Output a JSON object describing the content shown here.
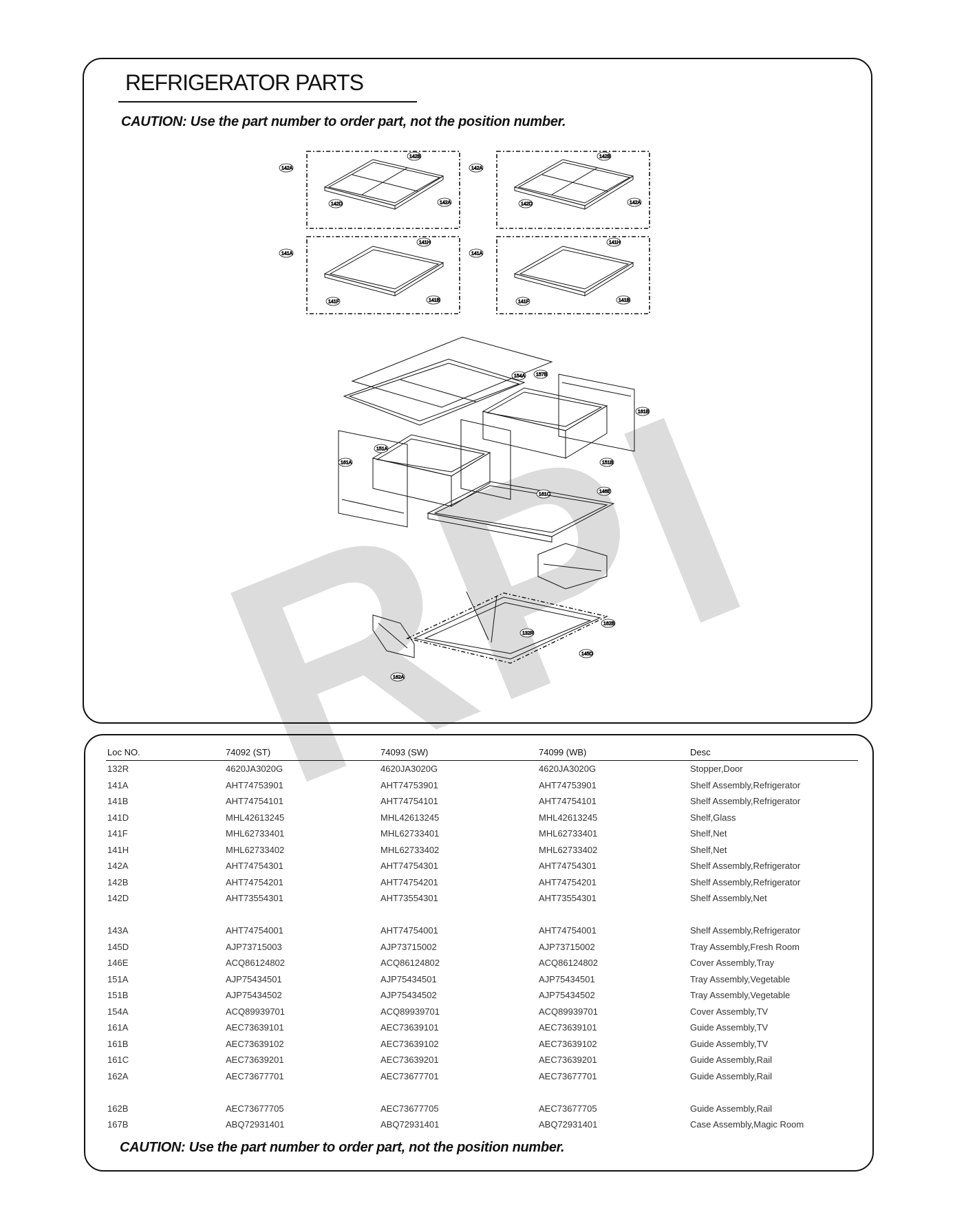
{
  "watermark": "RPI",
  "header": {
    "title": "REFRIGERATOR PARTS",
    "caution": "CAUTION: Use the part number to order part, not the position number."
  },
  "diagram": {
    "callouts": [
      "142A",
      "142B",
      "142D",
      "142A",
      "142A",
      "142B",
      "142D",
      "142A",
      "141A",
      "141H",
      "141F",
      "141B",
      "141A",
      "141H",
      "141F",
      "141B",
      "154A",
      "157B",
      "161B",
      "151A",
      "161A",
      "151B",
      "161C",
      "146E",
      "162B",
      "132R",
      "145D",
      "162A"
    ]
  },
  "table": {
    "headers": [
      "Loc NO.",
      "74092 (ST)",
      "74093 (SW)",
      "74099 (WB)",
      "Desc"
    ],
    "rows": [
      [
        "132R",
        "4620JA3020G",
        "4620JA3020G",
        "4620JA3020G",
        "Stopper,Door"
      ],
      [
        "141A",
        "AHT74753901",
        "AHT74753901",
        "AHT74753901",
        "Shelf Assembly,Refrigerator"
      ],
      [
        "141B",
        "AHT74754101",
        "AHT74754101",
        "AHT74754101",
        "Shelf Assembly,Refrigerator"
      ],
      [
        "141D",
        "MHL42613245",
        "MHL42613245",
        "MHL42613245",
        "Shelf,Glass"
      ],
      [
        "141F",
        "MHL62733401",
        "MHL62733401",
        "MHL62733401",
        "Shelf,Net"
      ],
      [
        "141H",
        "MHL62733402",
        "MHL62733402",
        "MHL62733402",
        "Shelf,Net"
      ],
      [
        "142A",
        "AHT74754301",
        "AHT74754301",
        "AHT74754301",
        "Shelf Assembly,Refrigerator"
      ],
      [
        "142B",
        "AHT74754201",
        "AHT74754201",
        "AHT74754201",
        "Shelf Assembly,Refrigerator"
      ],
      [
        "142D",
        "AHT73554301",
        "AHT73554301",
        "AHT73554301",
        "Shelf Assembly,Net"
      ],
      [
        "",
        "",
        "",
        "",
        ""
      ],
      [
        "143A",
        "AHT74754001",
        "AHT74754001",
        "AHT74754001",
        "Shelf Assembly,Refrigerator"
      ],
      [
        "145D",
        "AJP73715003",
        "AJP73715002",
        "AJP73715002",
        "Tray Assembly,Fresh Room"
      ],
      [
        "146E",
        "ACQ86124802",
        "ACQ86124802",
        "ACQ86124802",
        "Cover Assembly,Tray"
      ],
      [
        "151A",
        "AJP75434501",
        "AJP75434501",
        "AJP75434501",
        "Tray Assembly,Vegetable"
      ],
      [
        "151B",
        "AJP75434502",
        "AJP75434502",
        "AJP75434502",
        "Tray Assembly,Vegetable"
      ],
      [
        "154A",
        "ACQ89939701",
        "ACQ89939701",
        "ACQ89939701",
        "Cover Assembly,TV"
      ],
      [
        "161A",
        "AEC73639101",
        "AEC73639101",
        "AEC73639101",
        "Guide Assembly,TV"
      ],
      [
        "161B",
        "AEC73639102",
        "AEC73639102",
        "AEC73639102",
        "Guide Assembly,TV"
      ],
      [
        "161C",
        "AEC73639201",
        "AEC73639201",
        "AEC73639201",
        "Guide Assembly,Rail"
      ],
      [
        "162A",
        "AEC73677701",
        "AEC73677701",
        "AEC73677701",
        "Guide Assembly,Rail"
      ],
      [
        "",
        "",
        "",
        "",
        ""
      ],
      [
        "162B",
        "AEC73677705",
        "AEC73677705",
        "AEC73677705",
        "Guide Assembly,Rail"
      ],
      [
        "167B",
        "ABQ72931401",
        "ABQ72931401",
        "ABQ72931401",
        "Case Assembly,Magic Room"
      ]
    ]
  }
}
